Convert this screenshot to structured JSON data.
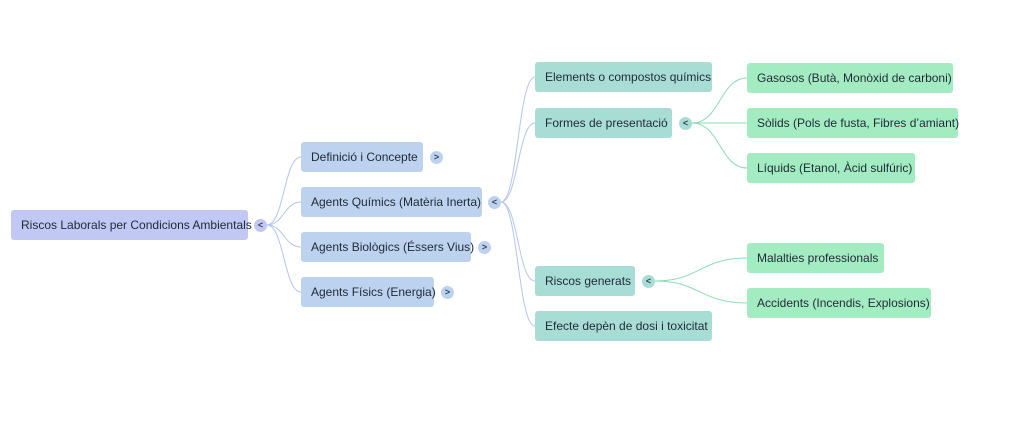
{
  "mindmap": {
    "root": {
      "label": "Riscos Laborals per Condicions Ambientals",
      "toggle": "<"
    },
    "level1": [
      {
        "label": "Definició i Concepte",
        "toggle": ">"
      },
      {
        "label": "Agents Químics (Matèria Inerta)",
        "toggle": "<"
      },
      {
        "label": "Agents Biològics (Éssers Vius)",
        "toggle": ">"
      },
      {
        "label": "Agents Físics (Energia)",
        "toggle": ">"
      }
    ],
    "quimics_children": [
      {
        "label": "Elements o compostos químics"
      },
      {
        "label": "Formes de presentació",
        "toggle": "<"
      },
      {
        "label": "Riscos generats",
        "toggle": "<"
      },
      {
        "label": "Efecte depèn de dosi i toxicitat"
      }
    ],
    "formes_children": [
      {
        "label": "Gasosos (Butà, Monòxid de carboni)"
      },
      {
        "label": "Sòlids (Pols de fusta, Fibres d’amiant)"
      },
      {
        "label": "Líquids (Etanol, Àcid sulfúric)"
      }
    ],
    "riscos_children": [
      {
        "label": "Malalties professionals"
      },
      {
        "label": "Accidents (Incendis, Explosions)"
      }
    ],
    "colors": {
      "root": "#c1c8f4",
      "level1": "#bcd2ee",
      "level2": "#a8ddd6",
      "level3": "#a3ecc2",
      "link_blue": "#b4c6ec",
      "link_green": "#8fdcb6"
    }
  }
}
